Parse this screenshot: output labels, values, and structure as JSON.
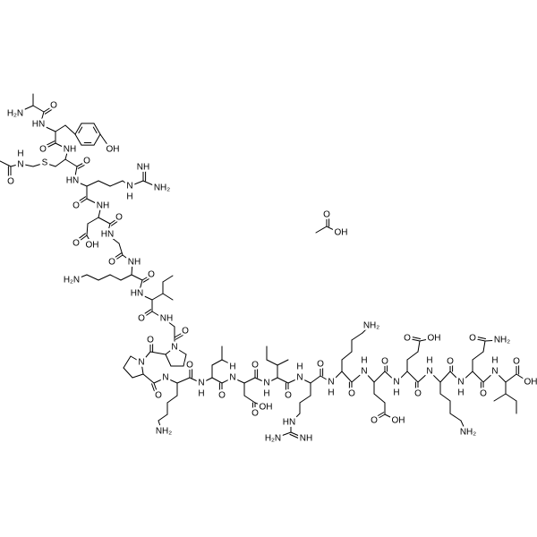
{
  "diagram": {
    "type": "chemical-structure",
    "line_color": "#000000",
    "background": "#ffffff",
    "atom_labels": [
      "H₂N",
      "O",
      "HN",
      "OH",
      "O",
      "NH",
      "O",
      "S",
      "H",
      "N",
      "O",
      "HN",
      "N",
      "H",
      "NH",
      "NH₂",
      "O",
      "NH",
      "O",
      "O",
      "OH",
      "HN",
      "O",
      "NH",
      "H₂N",
      "O",
      "HN",
      "O",
      "NH",
      "O",
      "N",
      "O",
      "N",
      "O",
      "N",
      "NH₂",
      "O",
      "N",
      "H",
      "O",
      "N",
      "H",
      "O",
      "O",
      "OH",
      "N",
      "H",
      "O",
      "N",
      "H",
      "HN",
      "H₂N",
      "NH",
      "O",
      "N",
      "H",
      "NH₂",
      "O",
      "N",
      "H",
      "O",
      "OH",
      "O",
      "N",
      "H",
      "O",
      "OH",
      "O",
      "N",
      "H",
      "NH₂",
      "O",
      "N",
      "H",
      "O",
      "NH₂",
      "O",
      "N",
      "H",
      "O",
      "OH",
      "O",
      "OH"
    ]
  }
}
